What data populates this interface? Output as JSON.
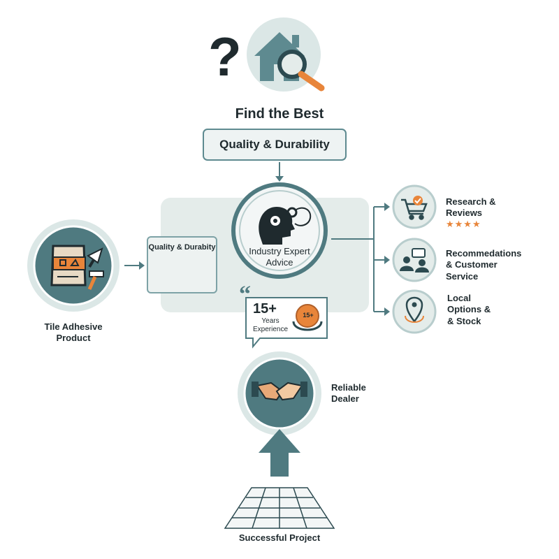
{
  "diagram": {
    "heading": "Find the Best",
    "quality_box": "Quality & Durability",
    "small_card_title": "Quality & Durabity",
    "expert": {
      "line1": "Industry Expert",
      "line2": "Advice"
    },
    "experience": {
      "number": "15+",
      "line1": "Years",
      "line2": "Experience",
      "badge": "15+"
    },
    "tile_product": {
      "line1": "Tile Adhesive",
      "line2": "Product"
    },
    "research": {
      "line1": "Research &",
      "line2": "Reviews",
      "stars": "★★★★"
    },
    "recommendations": {
      "line1": "Recommedations",
      "line2": "& Customer",
      "line3": "Service"
    },
    "local": {
      "line1": "Local",
      "line2": "Options &",
      "line3": "& Stock"
    },
    "dealer": {
      "line1": "Reliable",
      "line2": "Dealer"
    },
    "project": "Successful Project"
  },
  "icons": [
    "question-mark-icon",
    "house-icon",
    "magnifier-icon",
    "gear-head-icon",
    "quote-icon",
    "badge-icon",
    "adhesive-bag-icon",
    "trowel-icon",
    "hammer-icon",
    "cracked-tile-icon",
    "tile-icon",
    "cart-icon",
    "people-chat-icon",
    "location-pin-icon",
    "handshake-icon",
    "up-arrow-icon",
    "tile-floor-icon"
  ],
  "colors": {
    "teal": "#4f7a80",
    "light_teal": "#dbe7e6",
    "orange": "#e8853a",
    "dark": "#1f2a2e",
    "panel": "#e4ecea"
  }
}
